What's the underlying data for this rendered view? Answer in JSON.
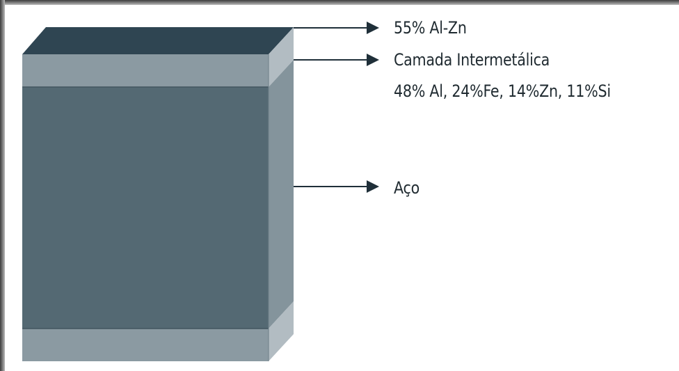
{
  "layers": [
    {
      "id": "coating",
      "label": "55% Al-Zn"
    },
    {
      "id": "intermetallic",
      "label": "Camada Intermetálica",
      "composition": "48% Al, 24%Fe, 14%Zn, 11%Si"
    },
    {
      "id": "steel",
      "label": "Aço"
    }
  ],
  "colors": {
    "top_face": "#2f4552",
    "thin_layer_front": "#8b9aa2",
    "thin_layer_side": "#b2bcc2",
    "steel_front": "#546973",
    "steel_side": "#84949c",
    "arrow": "#1f2f39",
    "text": "#1f2a30"
  }
}
